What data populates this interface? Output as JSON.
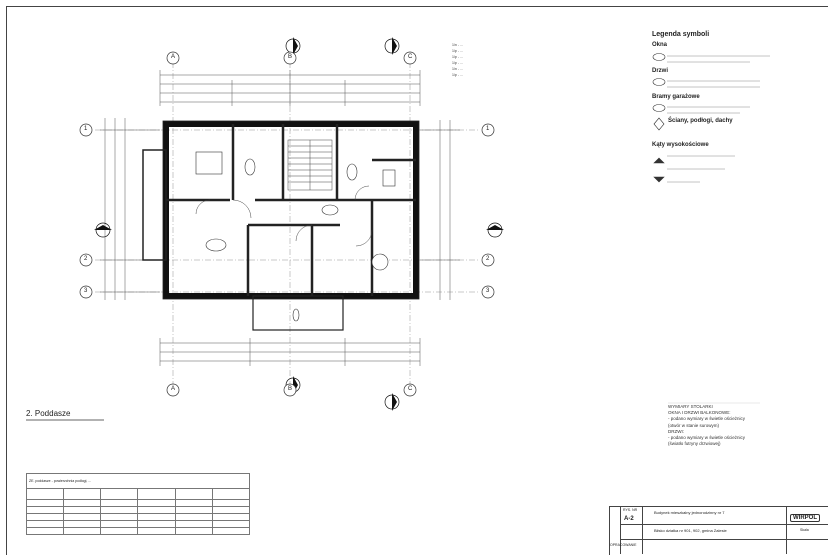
{
  "sheet": {
    "title": "2. Poddasze"
  },
  "notes": {
    "lines": [
      "1/n - ...",
      "1/p - ...",
      "1/p - ...",
      "1/p - ...",
      "1/n - ...",
      "1/p - ..."
    ]
  },
  "legend": {
    "title": "Legenda symboli",
    "sections": [
      {
        "heading": "Okna"
      },
      {
        "heading": "Drzwi"
      },
      {
        "heading": "Bramy garażowe"
      },
      {
        "heading": "Ściany, podłogi, dachy"
      },
      {
        "heading": "Kąty wysokościowe"
      }
    ]
  },
  "joinery": {
    "lines": [
      "WYMIARY STOLARKI",
      "OKNA I DRZWI BALKONOWE:",
      "- podano wymiary w świetle ościeżnicy",
      "  (otwór w stanie surowym)",
      "DRZWI:",
      "- podano wymiary w świetle ościeżnicy",
      "  (światło futryny drzwiowej)"
    ]
  },
  "area_table": {
    "caption": "ZE. poddasze - powierzchnia podłogi, ..."
  },
  "title_block": {
    "sheet_no": "A-2",
    "project": "Budynek mieszkalny jednorodzinny nr 7",
    "location": "Biłsko działka nr 901, 902, gmina Zalesie",
    "stage": "OPRACOWANIE",
    "logo": "WIRPOL",
    "label_nr": "RYS. NR",
    "label_scale": "Skala"
  },
  "axes": {
    "cols": [
      "A",
      "B",
      "C"
    ],
    "rows": [
      "1",
      "2",
      "3"
    ]
  }
}
